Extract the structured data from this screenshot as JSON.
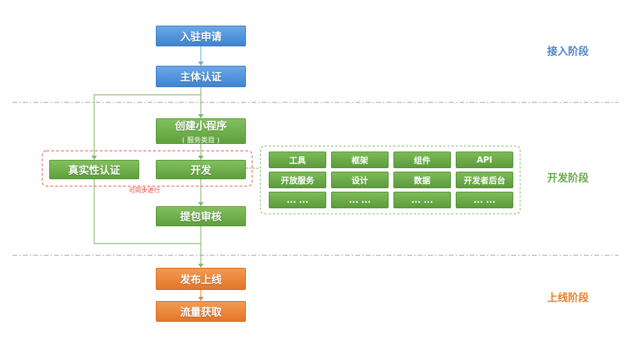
{
  "stages": [
    {
      "label": "接入阶段",
      "color": "#4a86c6"
    },
    {
      "label": "开发阶段",
      "color": "#6aa84f"
    },
    {
      "label": "上线阶段",
      "color": "#e58030"
    }
  ],
  "flow": {
    "apply": "入驻申请",
    "verify": "主体认证",
    "create": "创建小程序",
    "create_sub": "( 服务类目 )",
    "develop": "开发",
    "authenticity": "真实性认证",
    "parallel_note": "可同步进行",
    "review": "提包审核",
    "publish": "发布上线",
    "traffic": "流量获取"
  },
  "resources": [
    [
      "工具",
      "框架",
      "组件",
      "API"
    ],
    [
      "开放服务",
      "设计",
      "数据",
      "开发者后台"
    ],
    [
      "... ...",
      "... ...",
      "... ...",
      "... ..."
    ]
  ],
  "colors": {
    "blue": "#4a8ad6",
    "green": "#6aac48",
    "orange": "#e98a3c",
    "red_dash": "#e0413a",
    "divider": "#999999"
  }
}
